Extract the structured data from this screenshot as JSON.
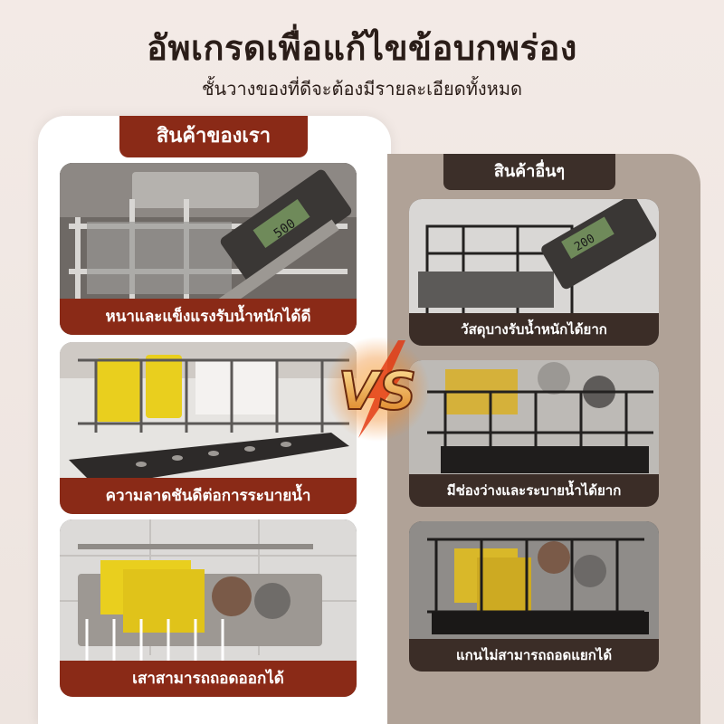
{
  "header": {
    "title": "อัพเกรดเพื่อแก้ไขข้อบกพร่อง",
    "subtitle": "ชั้นวางของที่ดีจะต้องมีรายละเอียดทั้งหมด"
  },
  "left": {
    "badge": "สินค้าของเรา",
    "items": [
      {
        "caption": "หนาและแข็งแรงรับน้ำหนักได้ดี",
        "caliper_reading": "500"
      },
      {
        "caption": "ความลาดชันดีต่อการระบายน้ำ"
      },
      {
        "caption": "เสาสามารถถอดออกได้"
      }
    ]
  },
  "right": {
    "badge": "สินค้าอื่นๆ",
    "items": [
      {
        "caption": "วัสดุบางรับน้ำหนักได้ยาก",
        "caliper_reading": "200"
      },
      {
        "caption": "มีช่องว่างและระบายน้ำได้ยาก"
      },
      {
        "caption": "แกนไม่สามารถถอดแยกได้"
      }
    ]
  },
  "vs_label": "VS",
  "colors": {
    "brand_red": "#8a2a17",
    "dark_brown": "#3b2d27",
    "sponge_yellow": "#e9cf1e",
    "vs_orange": "#f0a236"
  }
}
